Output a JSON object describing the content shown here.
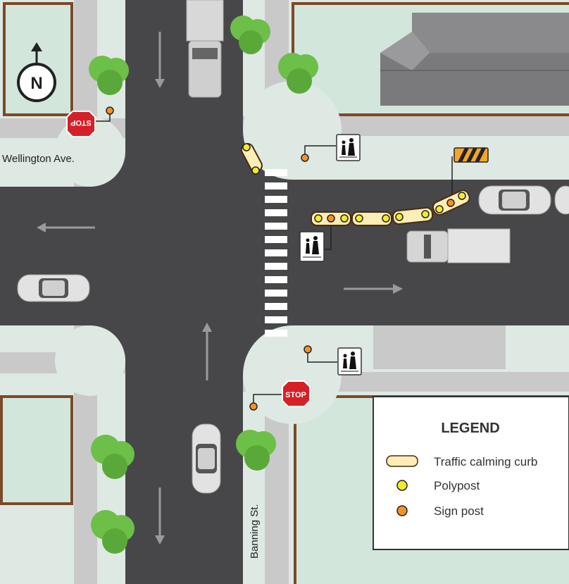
{
  "streets": {
    "horizontal": "Wellington Ave.",
    "vertical": "Banning St."
  },
  "compass": {
    "label": "N"
  },
  "stop_signs": [
    {
      "text": "STOP"
    },
    {
      "text": "STOP"
    }
  ],
  "legend": {
    "title": "LEGEND",
    "items": [
      {
        "label": "Traffic calming curb",
        "color": "#fdeeb5"
      },
      {
        "label": "Polypost",
        "color": "#f5ea2a"
      },
      {
        "label": "Sign post",
        "color": "#f39322"
      }
    ]
  },
  "colors": {
    "road": "#474749",
    "sidewalk": "#c9c9c9",
    "grass": "#dfe9e3",
    "lot_border": "#7a4a2a",
    "tree": "#6cbf47"
  }
}
